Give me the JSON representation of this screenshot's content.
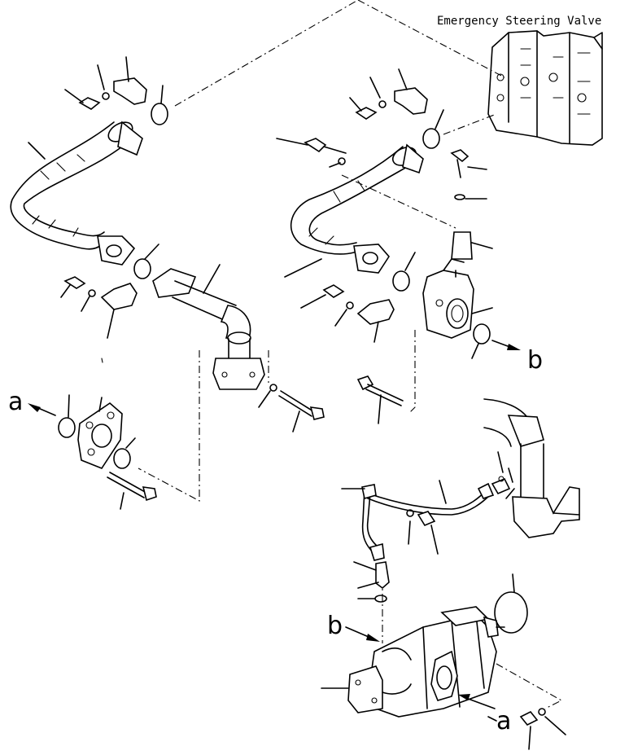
{
  "title": "Emergency Steering  Valve",
  "refs": {
    "a_left": "a",
    "a_bottom": "a",
    "b_right": "b",
    "b_pump": "b"
  }
}
